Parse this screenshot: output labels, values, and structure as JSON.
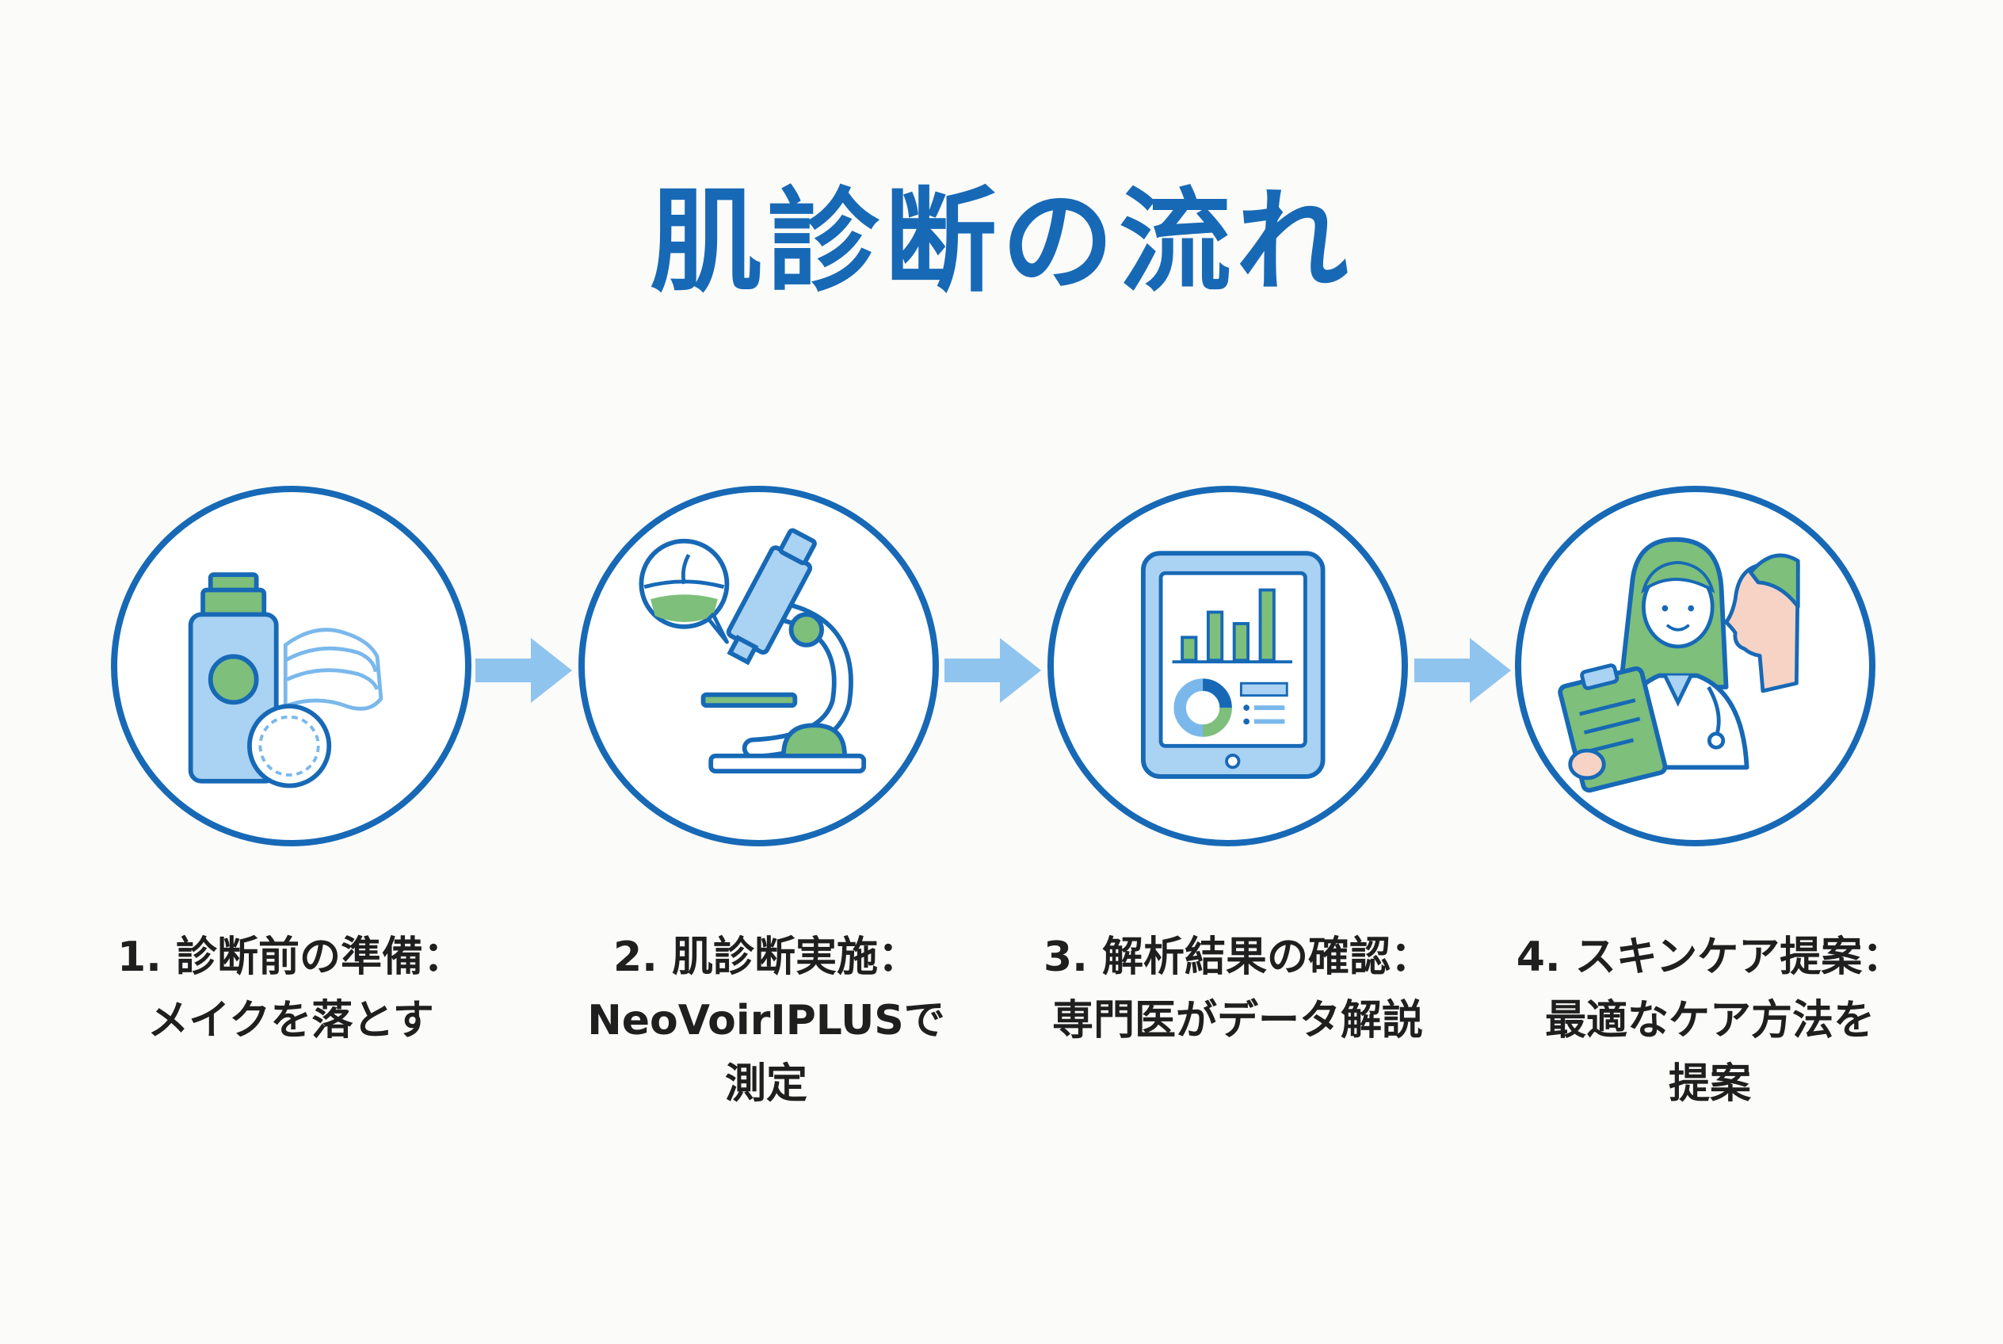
{
  "title": "肌診断の流れ",
  "colors": {
    "primary_blue": "#1769b6",
    "light_blue": "#7ab8ec",
    "green": "#7dbf7b",
    "text": "#1f1f1f",
    "background": "#fbfbf9"
  },
  "steps": [
    {
      "line1": "1. 診断前の準備：",
      "line2": "メイクを落とす",
      "line3": "",
      "icon": "cleanser-bottle-towel-cotton-icon"
    },
    {
      "line1": "2. 肌診断実施：",
      "line2": "NeoVoirⅠPLUSで",
      "line3": "測定",
      "icon": "microscope-skin-icon"
    },
    {
      "line1": "3. 解析結果の確認：",
      "line2": "専門医がデータ解説",
      "line3": "",
      "icon": "tablet-chart-icon"
    },
    {
      "line1": "4. スキンケア提案：",
      "line2": "最適なケア方法を",
      "line3": "提案",
      "icon": "doctor-patient-icon"
    }
  ]
}
